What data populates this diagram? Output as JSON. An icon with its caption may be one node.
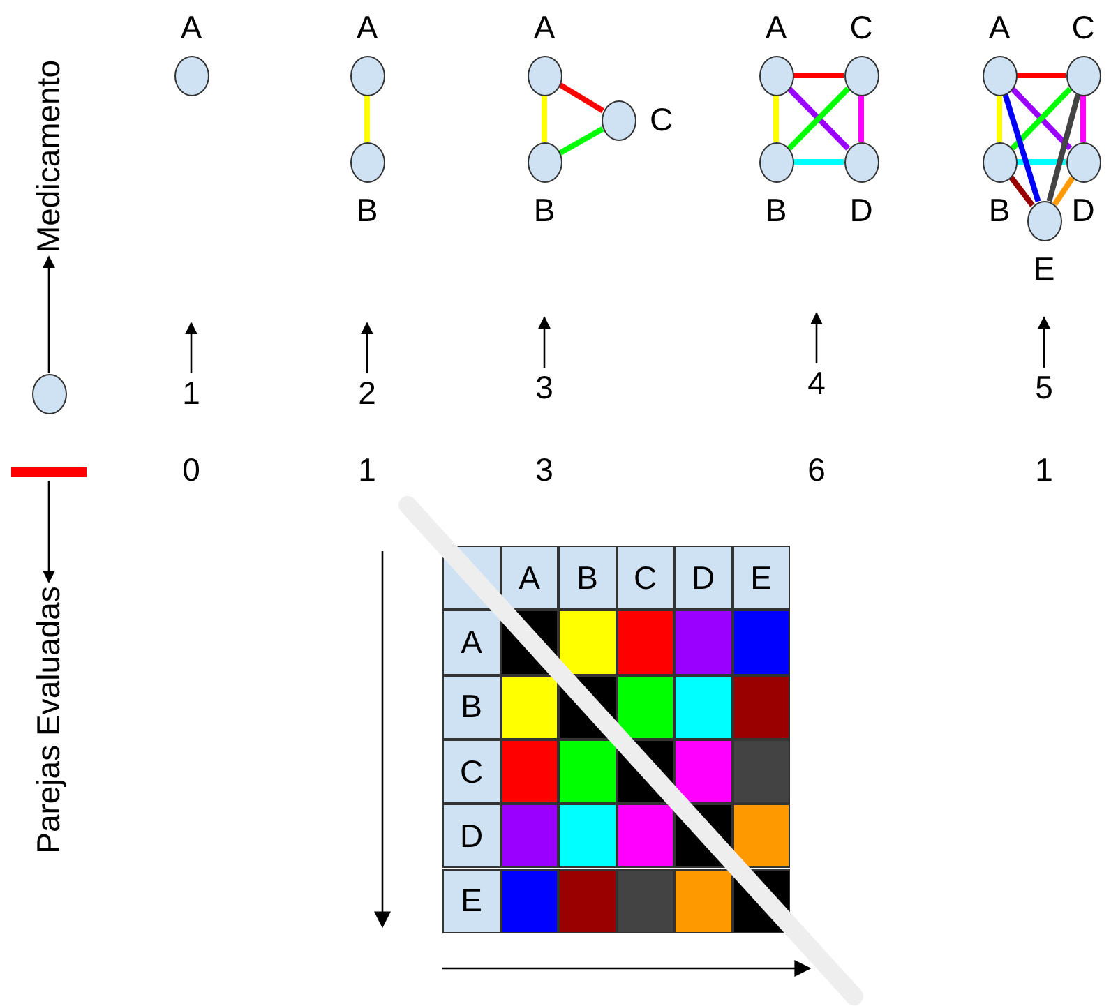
{
  "diagram": {
    "nodes": [
      {
        "text": [
          "Medicamento"
        ]
      },
      {
        "text": [
          "A"
        ]
      },
      {
        "text": [
          "A"
        ]
      },
      {
        "text": [
          "B"
        ]
      },
      {
        "text": [
          "A"
        ]
      },
      {
        "text": [
          "C"
        ]
      },
      {
        "text": [
          "B"
        ]
      },
      {
        "text": [
          "A"
        ]
      },
      {
        "text": [
          "C"
        ]
      },
      {
        "text": [
          "B"
        ]
      },
      {
        "text": [
          "D"
        ]
      },
      {
        "text": [
          "A"
        ]
      },
      {
        "text": [
          "C"
        ]
      },
      {
        "text": [
          "B"
        ]
      },
      {
        "text": [
          "D"
        ]
      },
      {
        "text": [
          "E"
        ]
      },
      {
        "text": [],
        "shape": "circle"
      },
      {
        "text": [
          "1"
        ]
      },
      {
        "text": [
          "2"
        ]
      },
      {
        "text": [
          "3"
        ]
      },
      {
        "text": [
          "4"
        ]
      },
      {
        "text": [
          "5"
        ]
      },
      {
        "text": [],
        "shape": "bar"
      },
      {
        "text": [
          "Parejas Evaluadas"
        ]
      }
    ],
    "edges": [
      {
        "from": 2,
        "to": 3,
        "arrow": "none",
        "color": "#ffff00"
      },
      {
        "from": 4,
        "to": 6,
        "arrow": "none",
        "color": "#ffff00"
      },
      {
        "from": 4,
        "to": 5,
        "arrow": "none",
        "color": "#ff0000"
      },
      {
        "from": 6,
        "to": 5,
        "arrow": "none",
        "color": "#00ff00"
      },
      {
        "from": 7,
        "to": 8,
        "arrow": "none",
        "color": "#ff0000"
      },
      {
        "from": 7,
        "to": 9,
        "arrow": "none",
        "color": "#ffff00"
      },
      {
        "from": 7,
        "to": 10,
        "arrow": "none",
        "color": "#9900ff"
      },
      {
        "from": 9,
        "to": 8,
        "arrow": "none",
        "color": "#00ff00"
      },
      {
        "from": 8,
        "to": 10,
        "arrow": "none",
        "color": "#ff00ff"
      },
      {
        "from": 9,
        "to": 10,
        "arrow": "none",
        "color": "#00ffff"
      },
      {
        "from": 11,
        "to": 12,
        "arrow": "none",
        "color": "#ff0000"
      },
      {
        "from": 11,
        "to": 13,
        "arrow": "none",
        "color": "#ffff00"
      },
      {
        "from": 11,
        "to": 14,
        "arrow": "none",
        "color": "#9900ff"
      },
      {
        "from": 13,
        "to": 12,
        "arrow": "none",
        "color": "#00ff00"
      },
      {
        "from": 12,
        "to": 14,
        "arrow": "none",
        "color": "#ff00ff"
      },
      {
        "from": 13,
        "to": 14,
        "arrow": "none",
        "color": "#00ffff"
      },
      {
        "from": 11,
        "to": 15,
        "arrow": "none",
        "color": "#0000ff"
      },
      {
        "from": 13,
        "to": 15,
        "arrow": "none",
        "color": "#990000"
      },
      {
        "from": 12,
        "to": 15,
        "arrow": "none",
        "color": "#434343"
      },
      {
        "from": 14,
        "to": 15,
        "arrow": "none",
        "color": "#ff9900"
      },
      {
        "from": 16,
        "to": 0,
        "arrow": "to"
      },
      {
        "from": 17,
        "to": null,
        "arrow": "to"
      },
      {
        "from": 18,
        "to": null,
        "arrow": "to"
      },
      {
        "from": 19,
        "to": null,
        "arrow": "to"
      },
      {
        "from": 20,
        "to": null,
        "arrow": "to"
      },
      {
        "from": 21,
        "to": null,
        "arrow": "to"
      },
      {
        "from": 22,
        "to": 23,
        "arrow": "to"
      }
    ],
    "labels": [
      "0",
      "1",
      "3",
      "6",
      "1",
      "A",
      "B",
      "C",
      "D",
      "E",
      "A",
      "B",
      "C",
      "D",
      "E"
    ]
  }
}
